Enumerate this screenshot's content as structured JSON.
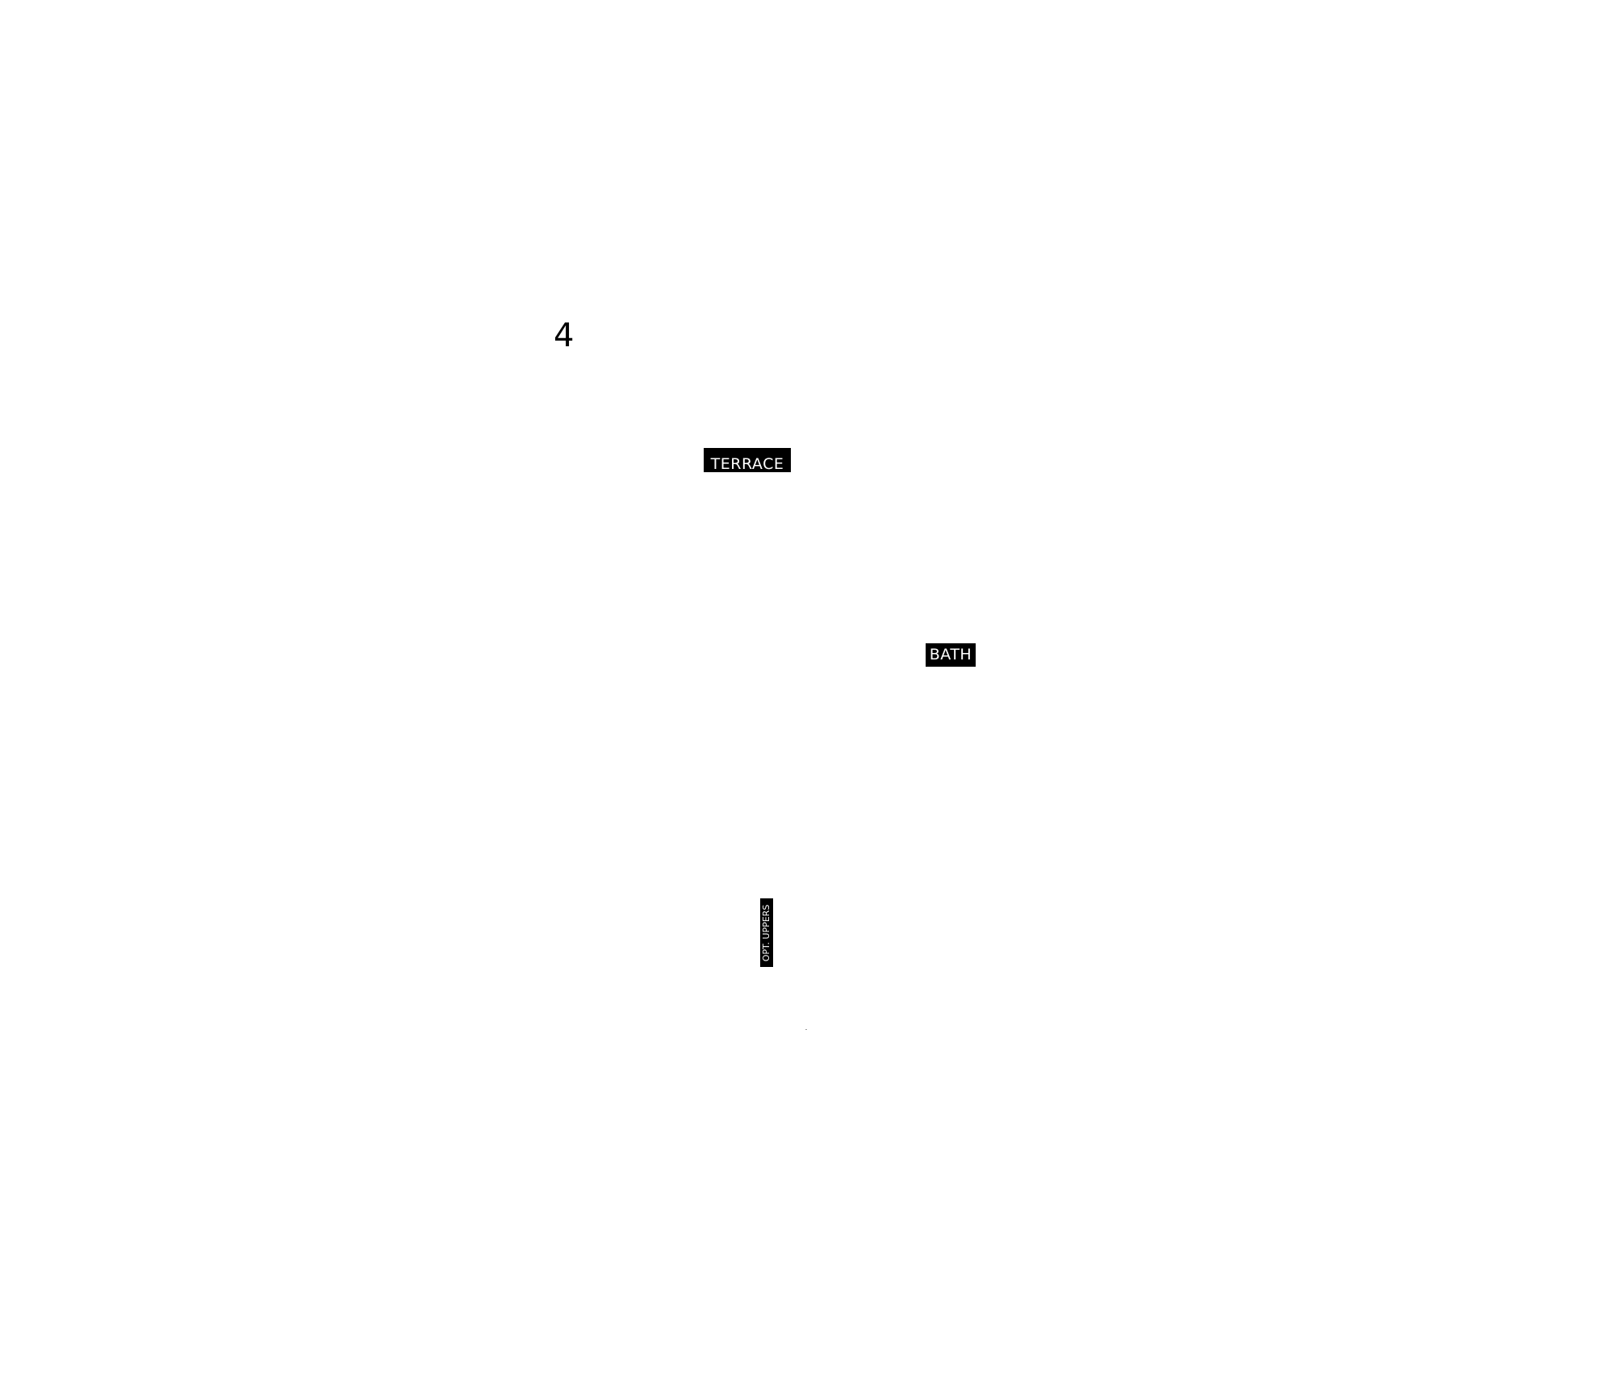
{
  "marker": {
    "number": "4"
  },
  "labels": {
    "terrace": "TERRACE",
    "bath": "BATH",
    "opt_uppers": "OPT. UPPERS"
  },
  "colors": {
    "background": "#ffffff",
    "tag_fill": "#000000",
    "tag_text": "#ffffff"
  }
}
